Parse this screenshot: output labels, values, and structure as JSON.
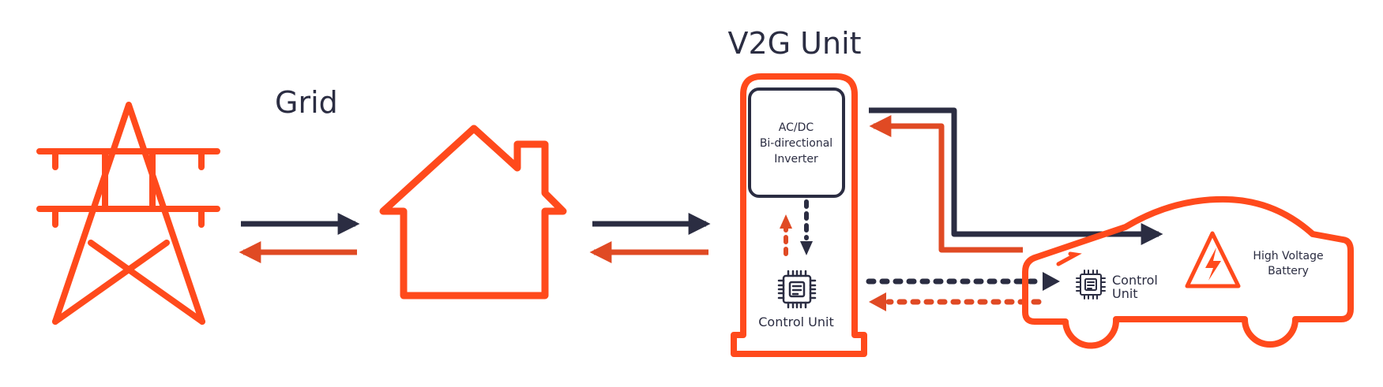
{
  "labels": {
    "v2g_unit": "V2G Unit",
    "grid": "Grid",
    "inverter_line1": "AC/DC",
    "inverter_line2": "Bi-directional",
    "inverter_line3": "Inverter",
    "control_unit": "Control Unit",
    "car_control_line1": "Control",
    "car_control_line2": "Unit",
    "battery_line1": "High Voltage",
    "battery_line2": "Battery"
  },
  "colors": {
    "primary": "#ff4a1c",
    "flow_out": "#2b2d42",
    "flow_in": "#e04a24"
  },
  "icons": {
    "pylon": "transmission-tower-icon",
    "house": "house-icon",
    "chip": "microchip-icon",
    "battery": "high-voltage-warning-icon",
    "car": "electric-car-icon"
  }
}
